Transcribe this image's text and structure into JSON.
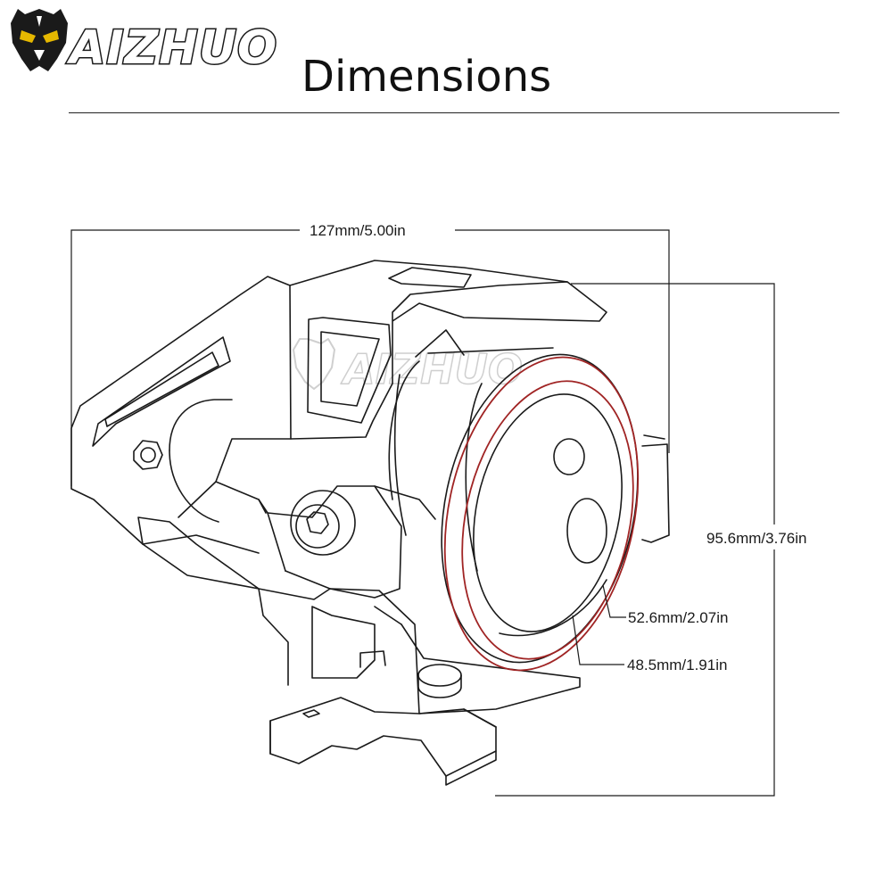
{
  "header": {
    "brand": "AIZHUO",
    "title": "Dimensions"
  },
  "watermark": {
    "text": "AIZHUO"
  },
  "dimensions": {
    "width": "127mm/5.00in",
    "height": "95.6mm/3.76in",
    "outer_ring": "52.6mm/2.07in",
    "inner_ring": "48.5mm/1.91in"
  },
  "colors": {
    "line": "#1a1a1a",
    "ring": "#a02424",
    "logo_eye": "#e6b800"
  },
  "icons": [
    "mask-logo-icon"
  ]
}
